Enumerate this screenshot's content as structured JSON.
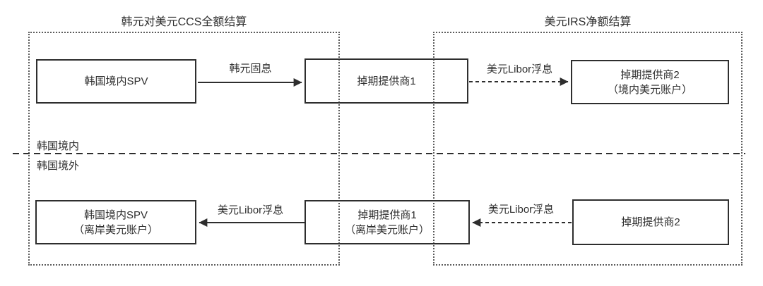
{
  "regions": {
    "ccs": {
      "title": "韩元对美元CCS全额结算"
    },
    "irs": {
      "title": "美元IRS净额结算"
    }
  },
  "divider": {
    "above_label": "韩国境内",
    "below_label": "韩国境外"
  },
  "nodes": {
    "spv_top": {
      "line1": "韩国境内SPV"
    },
    "swap1_top": {
      "line1": "掉期提供商1"
    },
    "swap2_top": {
      "line1": "掉期提供商2",
      "line2": "（境内美元账户）"
    },
    "spv_bottom": {
      "line1": "韩国境内SPV",
      "line2": "（离岸美元账户）"
    },
    "swap1_bottom": {
      "line1": "掉期提供商1",
      "line2": "（离岸美元账户）"
    },
    "swap2_bottom": {
      "line1": "掉期提供商2"
    }
  },
  "flows": {
    "krw_fixed": {
      "label": "韩元固息",
      "style": "solid"
    },
    "usd_libor_top": {
      "label": "美元Libor浮息",
      "style": "dashed"
    },
    "usd_libor_bottom_left": {
      "label": "美元Libor浮息",
      "style": "solid"
    },
    "usd_libor_bottom_right": {
      "label": "美元Libor浮息",
      "style": "dashed"
    }
  },
  "colors": {
    "line": "#2e2e2e",
    "text": "#2e2e2e",
    "dotted_border": "#5c5c5c",
    "background": "#ffffff"
  }
}
